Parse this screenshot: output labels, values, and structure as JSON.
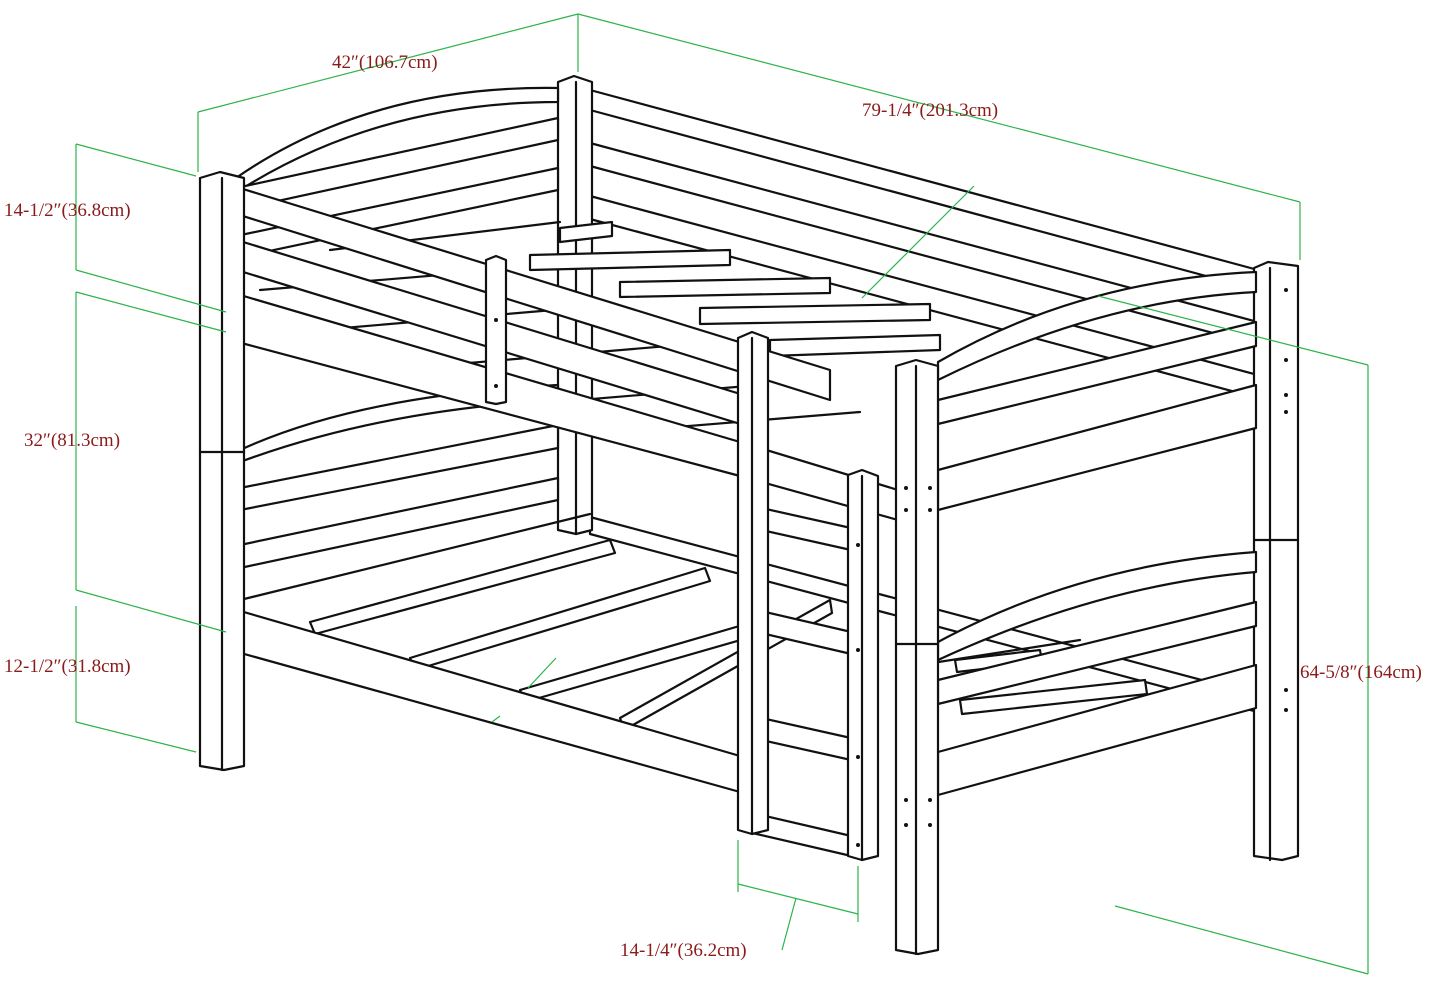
{
  "diagram": {
    "labels": {
      "width": "42″(106.7cm)",
      "length": "79-1/4″(201.3cm)",
      "guardrail_height": "14-1/2″(36.8cm)",
      "bunk_clearance": "32″(81.3cm)",
      "floor_clearance": "12-1/2″(31.8cm)",
      "total_height": "64-5/8″(164cm)",
      "ladder_width": "14-1/4″(36.2cm)"
    },
    "colors": {
      "outline": "#111111",
      "dimension_line": "#2db34a",
      "dimension_text": "#8b1a1a"
    },
    "icon": "bunk-bed-line-drawing"
  }
}
